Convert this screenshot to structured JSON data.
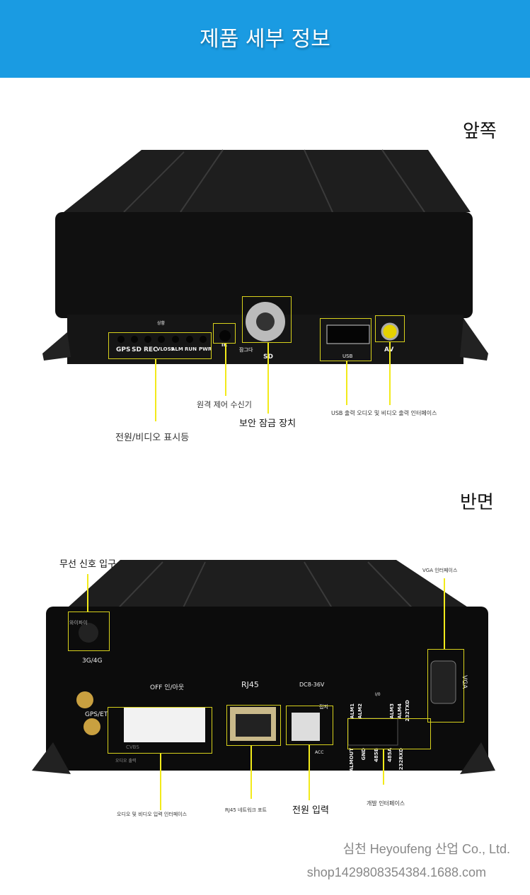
{
  "header": {
    "title": "제품 세부 정보"
  },
  "front": {
    "section_title": "앞쪽",
    "status_label": "상황",
    "led_labels": [
      "GPS",
      "SD",
      "REC",
      "VLOSS",
      "ALM",
      "RUN",
      "PWR"
    ],
    "ir_label": "IR",
    "lock_label": "잠그다",
    "sd_label": "SD",
    "usb_label": "USB",
    "av_label": "AV",
    "callouts": {
      "ir": "원격 제어 수신기",
      "lock": "보안 잠금 장치",
      "usb_av": "USB 출력 오디오 및 비디오 출력 인터페이스",
      "leds": "전원/비디오 표시등"
    }
  },
  "back": {
    "section_title": "반면",
    "wifi_label": "와이파이",
    "ant1_label": "3G/4G",
    "ant2_label": "GPS/ET",
    "io_label": "OFF 인/아웃",
    "rj45_label": "RJ45",
    "dc_label": "DC8-36V",
    "ground_label": "접지",
    "acc_label": "ACC",
    "io_small": "I/0",
    "alarm_top": [
      "ALM1",
      "ALM2",
      "ALM3",
      "ALM4",
      "232TXD"
    ],
    "alarm_bottom": [
      "ALMOUT",
      "GND",
      "485B",
      "485A",
      "232RXD"
    ],
    "vga_label": "VGA",
    "cvbs_label": "CVBS",
    "audio_out_label": "오디오 출력",
    "callouts": {
      "wifi": "무선 신호 입구",
      "vga": "VGA 인터페이스",
      "av_in": "오디오 및 비디오 입력 인터페이스",
      "rj45": "RJ45 네트워크 포트",
      "power": "전원 입력",
      "dev": "개발 인터페이스"
    }
  },
  "footer": {
    "company": "심천 Heyoufeng 산업 Co., Ltd.",
    "shop": "shop1429808354384.1688.com"
  }
}
